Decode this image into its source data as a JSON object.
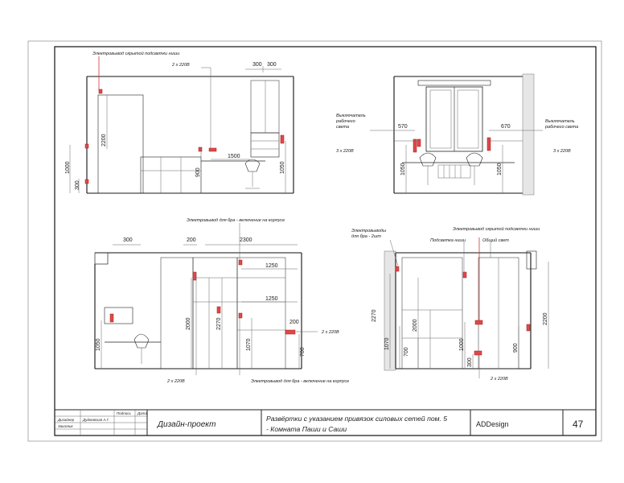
{
  "views": {
    "v1": {
      "note_top": "Электровывод скрытой подсветки ниши",
      "label_2x220": "2 х 220В",
      "d300a": "300",
      "d300b": "300",
      "d2200": "2200",
      "d1000": "1000",
      "d300": "300",
      "d900": "900",
      "d1500": "1500",
      "d1050": "1050"
    },
    "v2": {
      "switch_left": [
        "Выключатель",
        "рабочего",
        "света"
      ],
      "switch_right": [
        "Выключатель",
        "рабочего света"
      ],
      "d570": "570",
      "d670": "670",
      "left_3x220": "3 х 220В",
      "right_3x220": "3 х 220В",
      "d1050a": "1050",
      "d1050b": "1050"
    },
    "v3": {
      "note_top": "Электровывод для бра - включение на корпусе",
      "note_bottom": "Электровывод для бра - включение на корпусе",
      "d300": "300",
      "d200": "200",
      "d2300": "2300",
      "d1250a": "1250",
      "d1250b": "1250",
      "d2000": "2000",
      "d2270": "2270",
      "d1070": "1070",
      "d1050": "1050",
      "d200b": "200",
      "d700": "700",
      "right_2x220": "2 х 220В",
      "bottom_2x220": "2 х 220В"
    },
    "v4": {
      "note_left": [
        "Электровыводы",
        "для бра - 2шт"
      ],
      "note_right": "Электровывод скрытой подсветки ниши",
      "label_niche": "Подсветка ниши",
      "label_general": "Общий свет",
      "d2270": "2270",
      "d1070": "1070",
      "d2000": "2000",
      "d700": "700",
      "d1000": "1000",
      "d300": "300",
      "d900": "900",
      "d2200": "2200",
      "bottom_2x220": "2 х 220В"
    }
  },
  "title_block": {
    "col_signature": "Подпись",
    "col_date": "Дата",
    "row_designer": "Дизайнер",
    "designer_name": "Дудкевская А.Г.",
    "row_customer": "Заказчик",
    "project": "Дизайн-проект",
    "title_line1": "Развёртки с указанием привязок силовых сетей пом. 5",
    "title_line2": "- Комната Паши и Саши",
    "company": "ADDesign",
    "sheet_number": "47"
  }
}
